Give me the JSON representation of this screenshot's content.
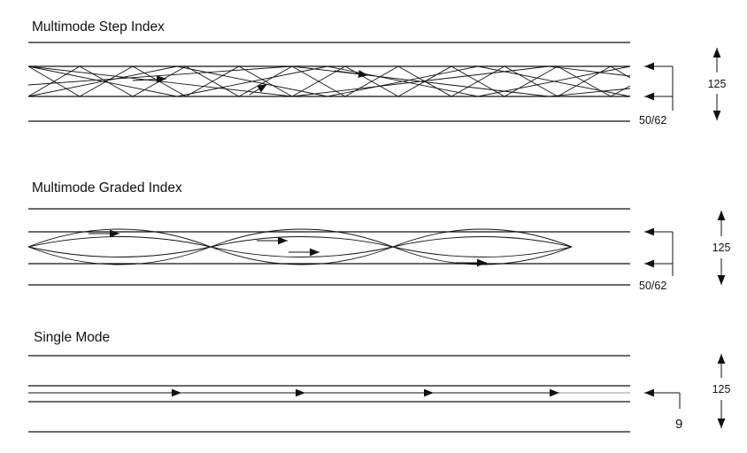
{
  "diagram": {
    "colors": {
      "stroke": "#111111",
      "background": "#ffffff"
    },
    "panels": [
      {
        "id": "step-index",
        "title": "Multimode Step Index",
        "core_label": "50/62",
        "cladding_label": "125"
      },
      {
        "id": "graded-index",
        "title": "Multimode Graded Index",
        "core_label": "50/62",
        "cladding_label": "125"
      },
      {
        "id": "single-mode",
        "title": "Single Mode",
        "core_label": "9",
        "cladding_label": "125"
      }
    ]
  }
}
